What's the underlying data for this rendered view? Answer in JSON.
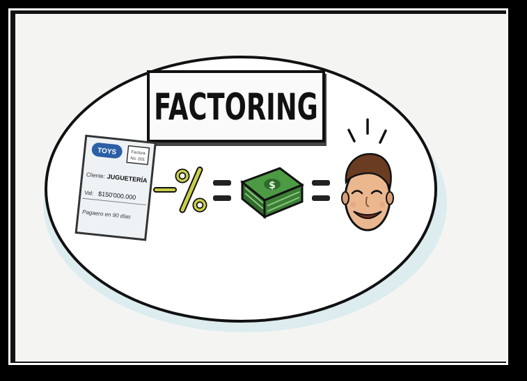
{
  "title": "FACTORING",
  "invoice": {
    "brand": "TOYS",
    "corner_label_1": "Factura",
    "corner_label_2": "No. 001",
    "client_label": "Cliente:",
    "client_value": "JUGUETERÍA",
    "amount_label": "Val:",
    "amount_value": "$150'000.000",
    "terms": "Pagaero en 90 días"
  },
  "equation": {
    "minus": "−",
    "percent": "%",
    "equals": "="
  },
  "colors": {
    "ellipse_fill": "#ffffff",
    "ellipse_shadow": "#cfe6ea",
    "money_green": "#3f8a3a",
    "percent_yellow": "#c9cf4a",
    "skin": "#e9b28a",
    "hair": "#6a3c22"
  }
}
